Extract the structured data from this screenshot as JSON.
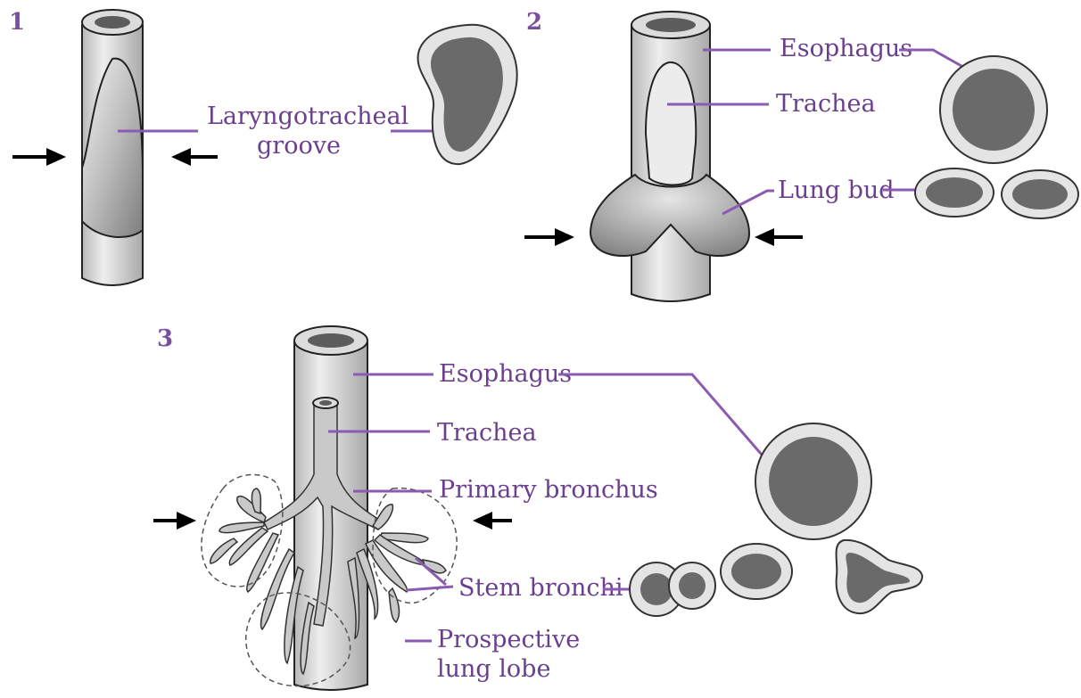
{
  "colors": {
    "label_text": "#6b3f8f",
    "leader_line": "#8a5bb0",
    "lumen_fill": "#6a6a6a",
    "wall_fill": "#e4e4e4",
    "tube_fill": "#cfcfcf"
  },
  "stage1": {
    "number": "1",
    "labels": {
      "groove_line1": "Laryngotracheal",
      "groove_line2": "groove"
    }
  },
  "stage2": {
    "number": "2",
    "labels": {
      "esophagus": "Esophagus",
      "trachea": "Trachea",
      "lung_bud": "Lung bud"
    }
  },
  "stage3": {
    "number": "3",
    "labels": {
      "esophagus": "Esophagus",
      "trachea": "Trachea",
      "primary_bronchus": "Primary bronchus",
      "stem_bronchi": "Stem bronchi",
      "lobe_line1": "Prospective",
      "lobe_line2": "lung lobe"
    }
  }
}
